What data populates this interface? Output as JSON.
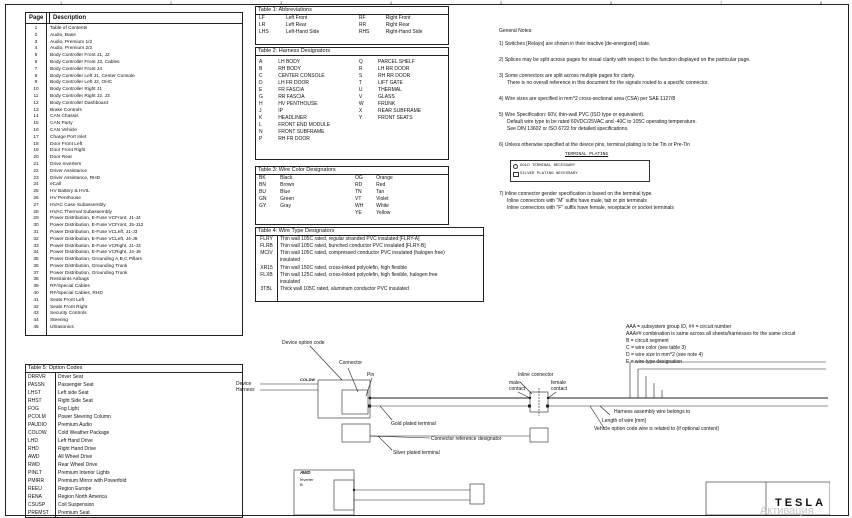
{
  "page_index": {
    "header_page": "Page",
    "header_desc": "Description",
    "rows": [
      [
        "1",
        "Table of Contents"
      ],
      [
        "2",
        "Audio, Base"
      ],
      [
        "3",
        "Audio, Premium 1/2"
      ],
      [
        "4",
        "Audio, Premium 2/2"
      ],
      [
        "5",
        "Body Controller Front J1, J2"
      ],
      [
        "6",
        "Body Controller Front J3, Cables"
      ],
      [
        "7",
        "Body Controller Front J4"
      ],
      [
        "8",
        "Body Controller Left J1, Center Console"
      ],
      [
        "9",
        "Body Controller Left J2, OHC"
      ],
      [
        "10",
        "Body Controller Right J1"
      ],
      [
        "11",
        "Body Controller Right J2, J3"
      ],
      [
        "12",
        "Body Controller Dashboard"
      ],
      [
        "13",
        "Brake Controls"
      ],
      [
        "14",
        "CAN Chassis"
      ],
      [
        "15",
        "CAN Party"
      ],
      [
        "16",
        "CAN Vehicle"
      ],
      [
        "17",
        "Charge Port Inlet"
      ],
      [
        "18",
        "Door Front Left"
      ],
      [
        "19",
        "Door Front Right"
      ],
      [
        "20",
        "Door Rear"
      ],
      [
        "21",
        "Drive Inverters"
      ],
      [
        "22",
        "Driver Assistance"
      ],
      [
        "23",
        "Driver Assistance, RHD"
      ],
      [
        "24",
        "eCall"
      ],
      [
        "25",
        "HV Battery & HVIL"
      ],
      [
        "26",
        "HV Penthouse"
      ],
      [
        "27",
        "HVAC Case Subassembly"
      ],
      [
        "28",
        "HVAC Thermal Subassembly"
      ],
      [
        "29",
        "Power Distribution, E-Fuse VCFront, J1-J4"
      ],
      [
        "30",
        "Power Distribution, E-Fuse VCFront, J5-J12"
      ],
      [
        "31",
        "Power Distribution, E-Fuse VCLeft, J1-J3"
      ],
      [
        "32",
        "Power Distribution, E-Fuse VCLeft, J4-J9"
      ],
      [
        "33",
        "Power Distribution, E-Fuse VCRight, J1-J3"
      ],
      [
        "34",
        "Power Distribution, E-Fuse VCRight, J4-J9"
      ],
      [
        "35",
        "Power Distribution, Grounding A,B,C Pillars"
      ],
      [
        "36",
        "Power Distribution, Grounding Trunk"
      ],
      [
        "37",
        "Power Distribution, Grounding Trunk"
      ],
      [
        "38",
        "Restraints Airbags"
      ],
      [
        "39",
        "RF/Special Cables"
      ],
      [
        "40",
        "RF/Special Cables, RHD"
      ],
      [
        "41",
        "Seats Front Left"
      ],
      [
        "42",
        "Seats Front Right"
      ],
      [
        "43",
        "Security Controls"
      ],
      [
        "44",
        "Steering"
      ],
      [
        "45",
        "Ultrasonics"
      ]
    ]
  },
  "option_codes": {
    "title": "Table 5: Option Codes",
    "rows": [
      [
        "DRRVR",
        "Driver Seat"
      ],
      [
        "PASSN",
        "Passenger Seat"
      ],
      [
        "LHST",
        "Left side Seat"
      ],
      [
        "RHST",
        "Right Side Seat"
      ],
      [
        "FOG",
        "Fog Light"
      ],
      [
        "PCOLM",
        "Power Steering Column"
      ],
      [
        "PAUDIO",
        "Premium Audio"
      ],
      [
        "COLDW",
        "Cold Weather Package"
      ],
      [
        "LHD",
        "Left Hand Drive"
      ],
      [
        "RHD",
        "Right Hand Drive"
      ],
      [
        "AWD",
        "All Wheel Drive"
      ],
      [
        "RWD",
        "Rear Wheel Drive"
      ],
      [
        "PINLT",
        "Premium Interior Lights"
      ],
      [
        "PMIRR",
        "Premium Mirror with Powerfold"
      ],
      [
        "REEU",
        "Region Europe"
      ],
      [
        "RENA",
        "Region North America"
      ],
      [
        "CSUSP",
        "Coil Suspension"
      ],
      [
        "PREMST",
        "Premium Seat"
      ]
    ]
  },
  "abbreviations": {
    "title": "Table 1: Abbreviations",
    "rows": [
      [
        "LF",
        "Left Front",
        "RF",
        "Right Front"
      ],
      [
        "LR",
        "Left Rear",
        "RR",
        "Right Rear"
      ],
      [
        "LHS",
        "Left-Hand Side",
        "RHS",
        "Right-Hand Side"
      ]
    ]
  },
  "harness": {
    "title": "Table 2: Harness Designators",
    "rows": [
      [
        "A",
        "LH BODY",
        "Q",
        "PARCEL SHELF"
      ],
      [
        "B",
        "RH BODY",
        "R",
        "LH RR DOOR"
      ],
      [
        "C",
        "CENTER CONSOLE",
        "S",
        "RH RR DOOR"
      ],
      [
        "D",
        "LH FR DOOR",
        "T",
        "LIFT GATE"
      ],
      [
        "E",
        "FR FASCIA",
        "U",
        "THERMAL"
      ],
      [
        "G",
        "RR FASCIA",
        "V",
        "GLASS"
      ],
      [
        "H",
        "HV PENTHOUSE",
        "W",
        "FRUNK"
      ],
      [
        "J",
        "IP",
        "X",
        "REAR SUBFRAME"
      ],
      [
        "K",
        "HEADLINER",
        "Y",
        "FRONT SEATS"
      ],
      [
        "L",
        "FRONT END MODULE",
        "",
        ""
      ],
      [
        "N",
        "FRONT SUBFRAME",
        "",
        ""
      ],
      [
        "P",
        "RH FR DOOR",
        "",
        ""
      ]
    ]
  },
  "wire_colors": {
    "title": "Table 3: Wire Color Designators",
    "rows": [
      [
        "BK",
        "Black",
        "OG",
        "Orange"
      ],
      [
        "BN",
        "Brown",
        "RD",
        "Red"
      ],
      [
        "BU",
        "Blue",
        "TN",
        "Tan"
      ],
      [
        "GN",
        "Green",
        "VT",
        "Violet"
      ],
      [
        "GY",
        "Gray",
        "WH",
        "White"
      ],
      [
        "",
        "",
        "YE",
        "Yellow"
      ]
    ]
  },
  "wire_types": {
    "title": "Table 4: Wire Type Designators",
    "rows": [
      [
        "FLRY",
        "Thin wall 105C rated, regular stranded PVC insulated [FLRY-A]"
      ],
      [
        "FLRB",
        "Thin wall 105C rated, bunched conductor PVC insulated [FLRY-B]"
      ],
      [
        "MCIV",
        "Thin wall 105C rated, compressed conductor PVC insulated (halogen free)\ninsulated"
      ],
      [
        "XR15",
        "Thin wall 150C rated, cross-linked polyolefin, high flexible"
      ],
      [
        "FLXB",
        "Thin wall 125C rated, cross-linked polyolefin, high flexible, halogen free\ninsulated"
      ],
      [
        "3TBL",
        "Thick wall 105C rated, aluminum conductor PVC insulated"
      ]
    ]
  },
  "notes": {
    "title": "General Notes:",
    "n1": "1) Switches [Relays] are shown in their inactive [de-energized] state.",
    "n2": "2) Splices may be split across pages for visual clarity with respect to the function displayed on the particular page.",
    "n3a": "3) Some connectors are split across multiple pages for clarity.",
    "n3b": "There is no overall reference in this document for the signals routed to a specific connector.",
    "n4": "4) Wire sizes are specified in mm^2 cross-sectional area (CSA) per SAE 1127/8",
    "n5a": "5) Wire Specification: 60V, thin-wall PVC (ISO type or equivalent).",
    "n5b": "Default wire type to be rated 60VDC/25VAC and -40C to 105C operating temperature.",
    "n5c": "See DIN 13602 or ISO 6722 for detailed specifications.",
    "n6": "6) Unless otherwise specified at the device pins, terminal plating is to be Tin or Pre-Tin",
    "plating_title": "TERMINAL PLATING",
    "plating_gold": "GOLD TERMINAL NECESSARY",
    "plating_silver": "SILVER PLATING NECESSARY",
    "n7a": "7) Inline connector gender specification is based on the terminal type.",
    "n7b": "Inline connectors with \"M\" suffix have male, tab or pin terminals",
    "n7c": "Inline connectors with \"F\" suffix have female, receptacle or socket terminals"
  },
  "legend": {
    "l1": "AAA = subsystem group ID, ## = circuit number",
    "l2": "AAA## combination is same across all sheets/harnesses for the same circuit",
    "l3": "B = circuit segment",
    "l4": "C = wire color (see table 3)",
    "l5": "D = wire size in mm^2 (see note 4)",
    "l6": "E = wire type designation"
  },
  "diagram": {
    "device_option_code": "Device option code",
    "connector": "Connector",
    "pin": "Pin",
    "device_harness": "Device\nHarness",
    "coldw": "COLDW",
    "inline_connector": "Inline connector",
    "male_contact": "male\ncontact",
    "female_contact": "female\ncontact",
    "gold_plated": "Gold plated terminal",
    "connector_ref": "Connector reference designator",
    "silver_plated": "Silver plated terminal",
    "assembly_wire": "Harness assembly wire belongs to",
    "length_of_wire": "Length of wire [mm]",
    "vehicle_option": "Vehicle option code wire is related to (if optional content)",
    "awd": "AWD",
    "inverter": "Inverter",
    "inverter_b": "B"
  },
  "title_block": {
    "brand": "TESLA"
  },
  "watermark": "Активация"
}
